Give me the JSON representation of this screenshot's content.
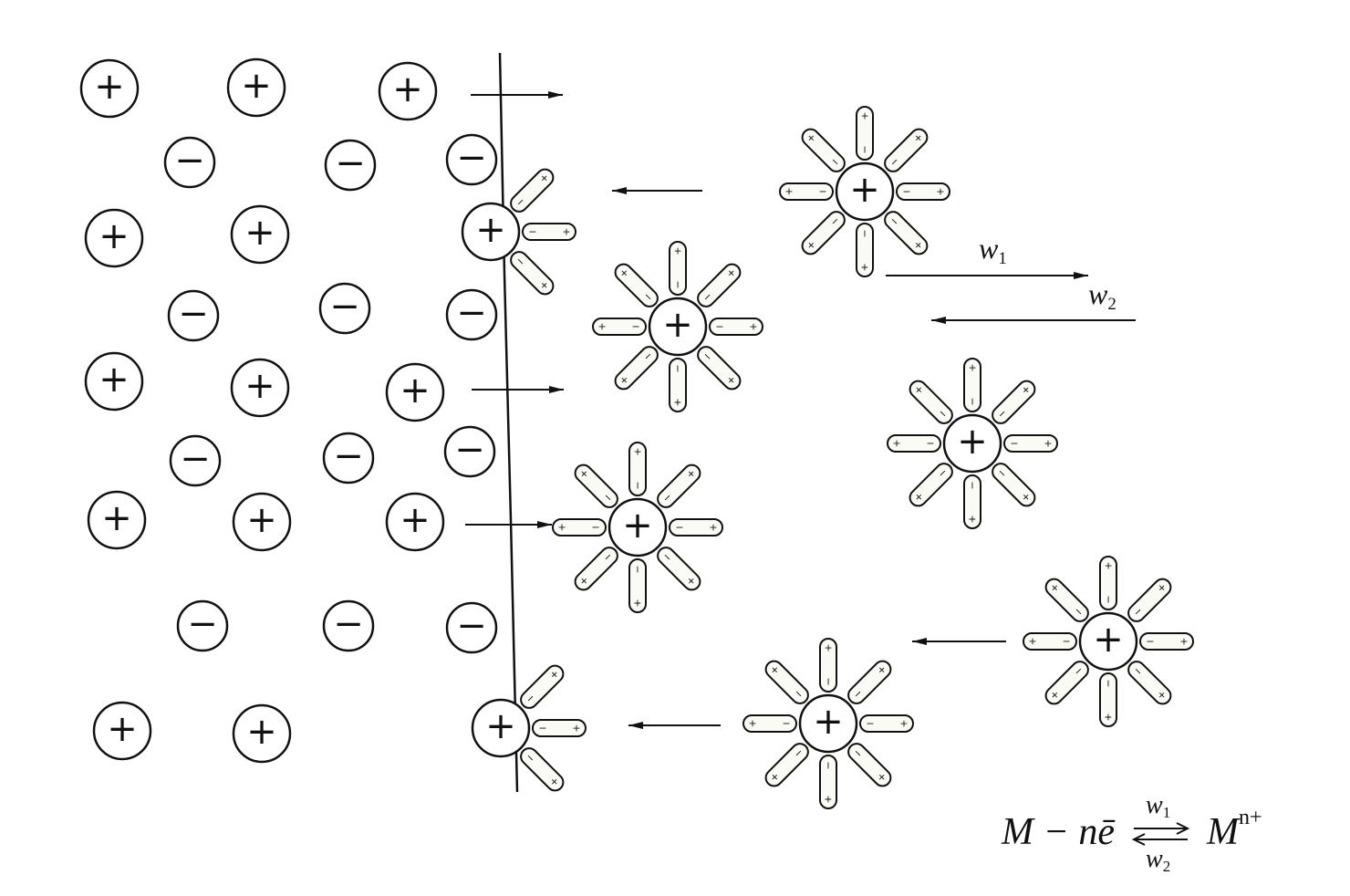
{
  "symbols": {
    "cation": "+",
    "anion": "−",
    "dipole_positive_end": "+",
    "dipole_negative_end": "−"
  },
  "rates": {
    "forward": "w",
    "forward_sub": "1",
    "backward": "w",
    "backward_sub": "2"
  },
  "equation": {
    "lhs": "M − nē",
    "rhs": "M",
    "rhs_sup": "n+"
  },
  "colors": {
    "ink": "#111111",
    "paper": "#ffffff",
    "solvent_body": "#fbfbf6"
  }
}
